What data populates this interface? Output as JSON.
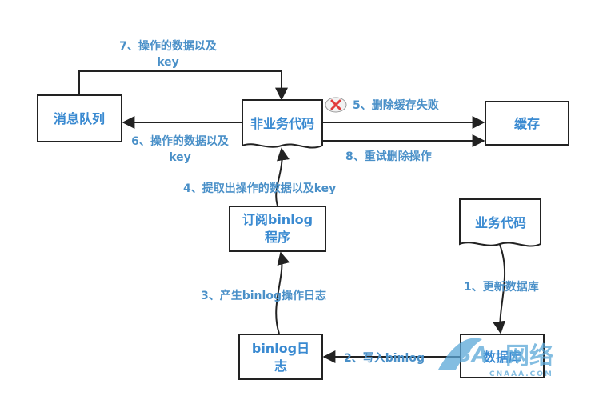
{
  "nodes": {
    "mq": "消息队列",
    "service": "非业务代码",
    "cache": "缓存",
    "sub_line1": "订阅binlog",
    "sub_line2": "程序",
    "biz": "业务代码",
    "binlog_line1": "binlog日",
    "binlog_line2": "志",
    "db": "数据库"
  },
  "edges": {
    "e7_line1": "7、操作的数据以及",
    "e7_line2": "key",
    "e6_line1": "6、操作的数据以及",
    "e6_line2": "key",
    "e5": "5、删除缓存失败",
    "e8": "8、重试删除操作",
    "e4": "4、提取出操作的数据以及key",
    "e3": "3、产生binlog操作日志",
    "e1": "1、更新数据库",
    "e2": "2、写入binlog"
  },
  "status": {
    "fail_icon": "red-x-circle-icon"
  },
  "watermark": {
    "logo": "3A",
    "main": "网络",
    "sub": "CNAAA.COM"
  },
  "colors": {
    "text": "#3a8ad1",
    "line": "#222222",
    "fail": "#e23b3b",
    "watermark": "#5aa7d8"
  }
}
